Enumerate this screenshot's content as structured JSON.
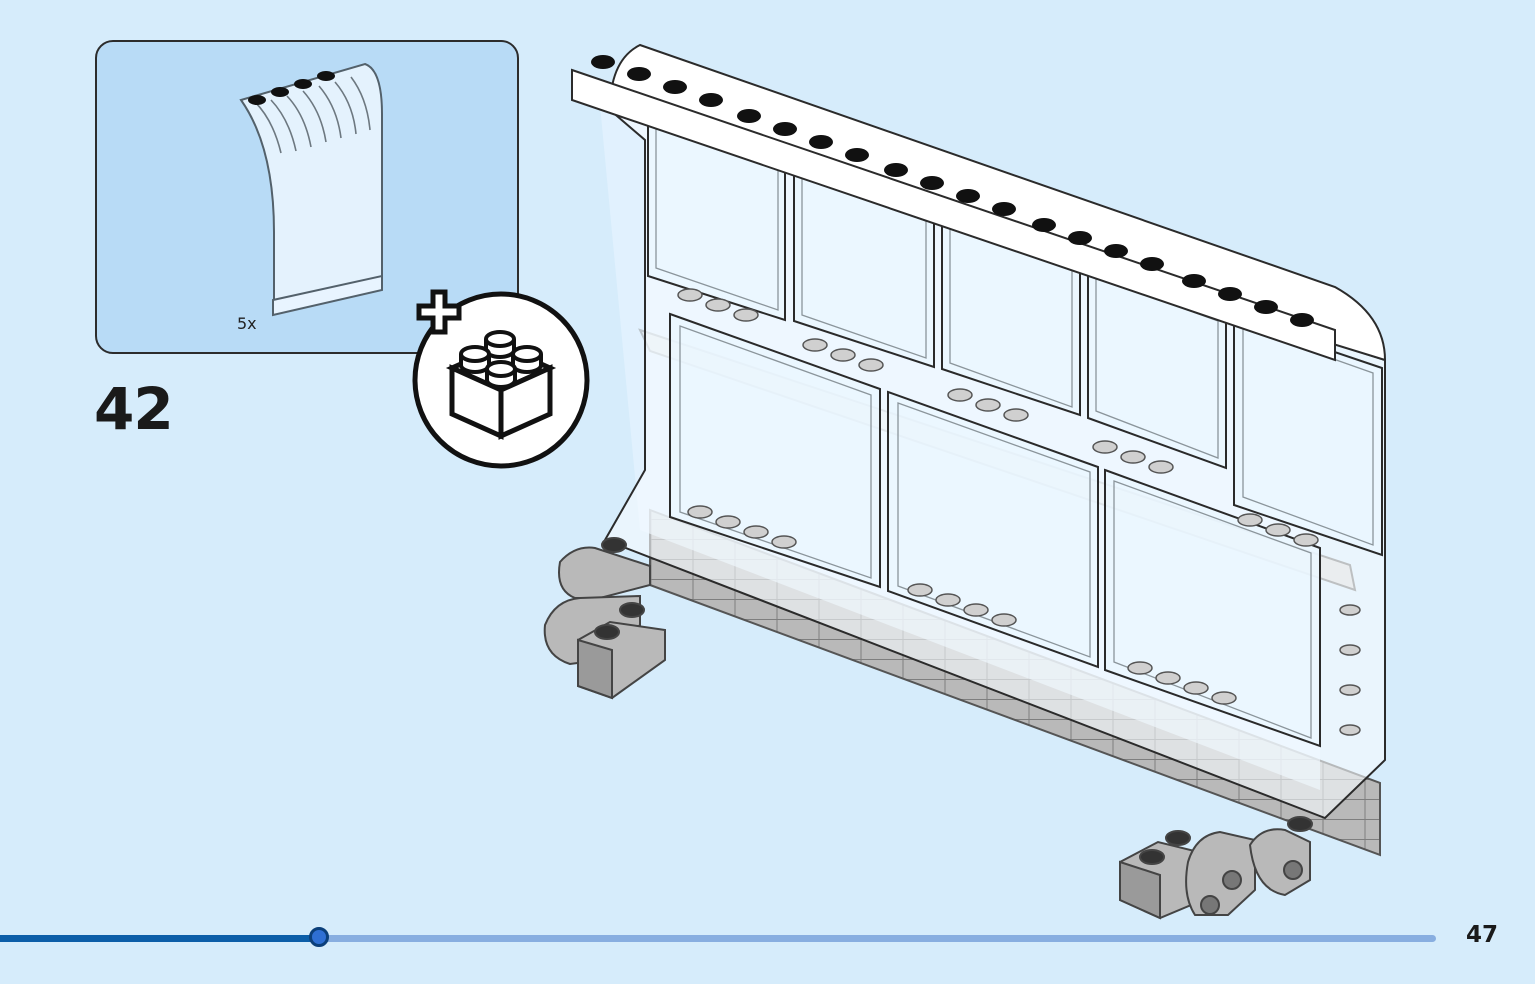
{
  "step": {
    "number": "42"
  },
  "parts": {
    "items": [
      {
        "icon": "transparent-curved-panel-icon",
        "quantity": "5x"
      }
    ]
  },
  "callout": {
    "icon": "add-brick-icon"
  },
  "progress": {
    "value": 0.222
  },
  "page": {
    "number": "47"
  },
  "colors": {
    "background": "#d6ecfb",
    "panel": "#b8dbf6",
    "progress_fill": "#0c5ea8",
    "progress_track": "#88aee0",
    "stud": "#111111",
    "base_gray": "#b9b9b9"
  }
}
